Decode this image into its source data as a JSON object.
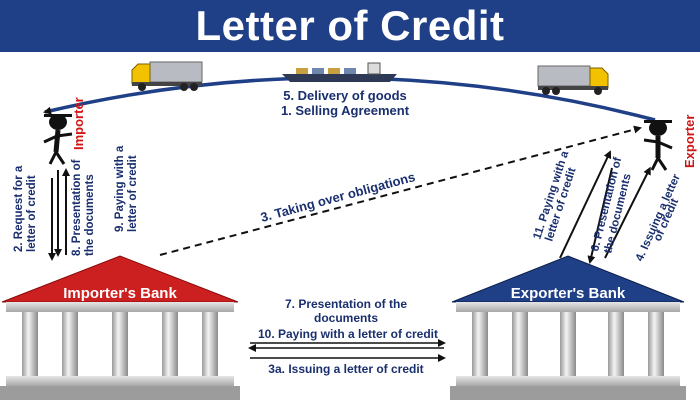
{
  "title": "Letter of Credit",
  "roles": {
    "importer": "Importer",
    "exporter": "Exporter"
  },
  "banks": {
    "importer_bank": "Importer's Bank",
    "exporter_bank": "Exporter's Bank"
  },
  "steps": {
    "delivery": "5. Delivery of goods",
    "selling": "1. Selling Agreement",
    "request_l1": "2. Request for a",
    "request_l2": "letter of credit",
    "presentation_l1": "8. Presentation of",
    "presentation_l2": "the documents",
    "paying_l1": "9. Paying with a",
    "paying_l2": "letter of credit",
    "taking_over": "3. Taking over obligations",
    "exp_paying_l1": "11. Paying with a",
    "exp_paying_l2": "letter of credit",
    "exp_presentation_l1": "6. Presentation of",
    "exp_presentation_l2": "the documents",
    "exp_issuing_l1": "4. Issuing a letter",
    "exp_issuing_l2": "of credit",
    "bank_presentation_l1": "7. Presentation of the",
    "bank_presentation_l2": "documents",
    "bank_paying": "10. Paying with a letter of credit",
    "bank_issuing": "3a. Issuing a letter of credit"
  },
  "colors": {
    "banner": "#1f3f86",
    "text": "#1a2f6e",
    "role": "#d01414",
    "importer_bank": "#cc1f1f",
    "exporter_bank": "#1f3f86",
    "truck": "#f2c200"
  }
}
